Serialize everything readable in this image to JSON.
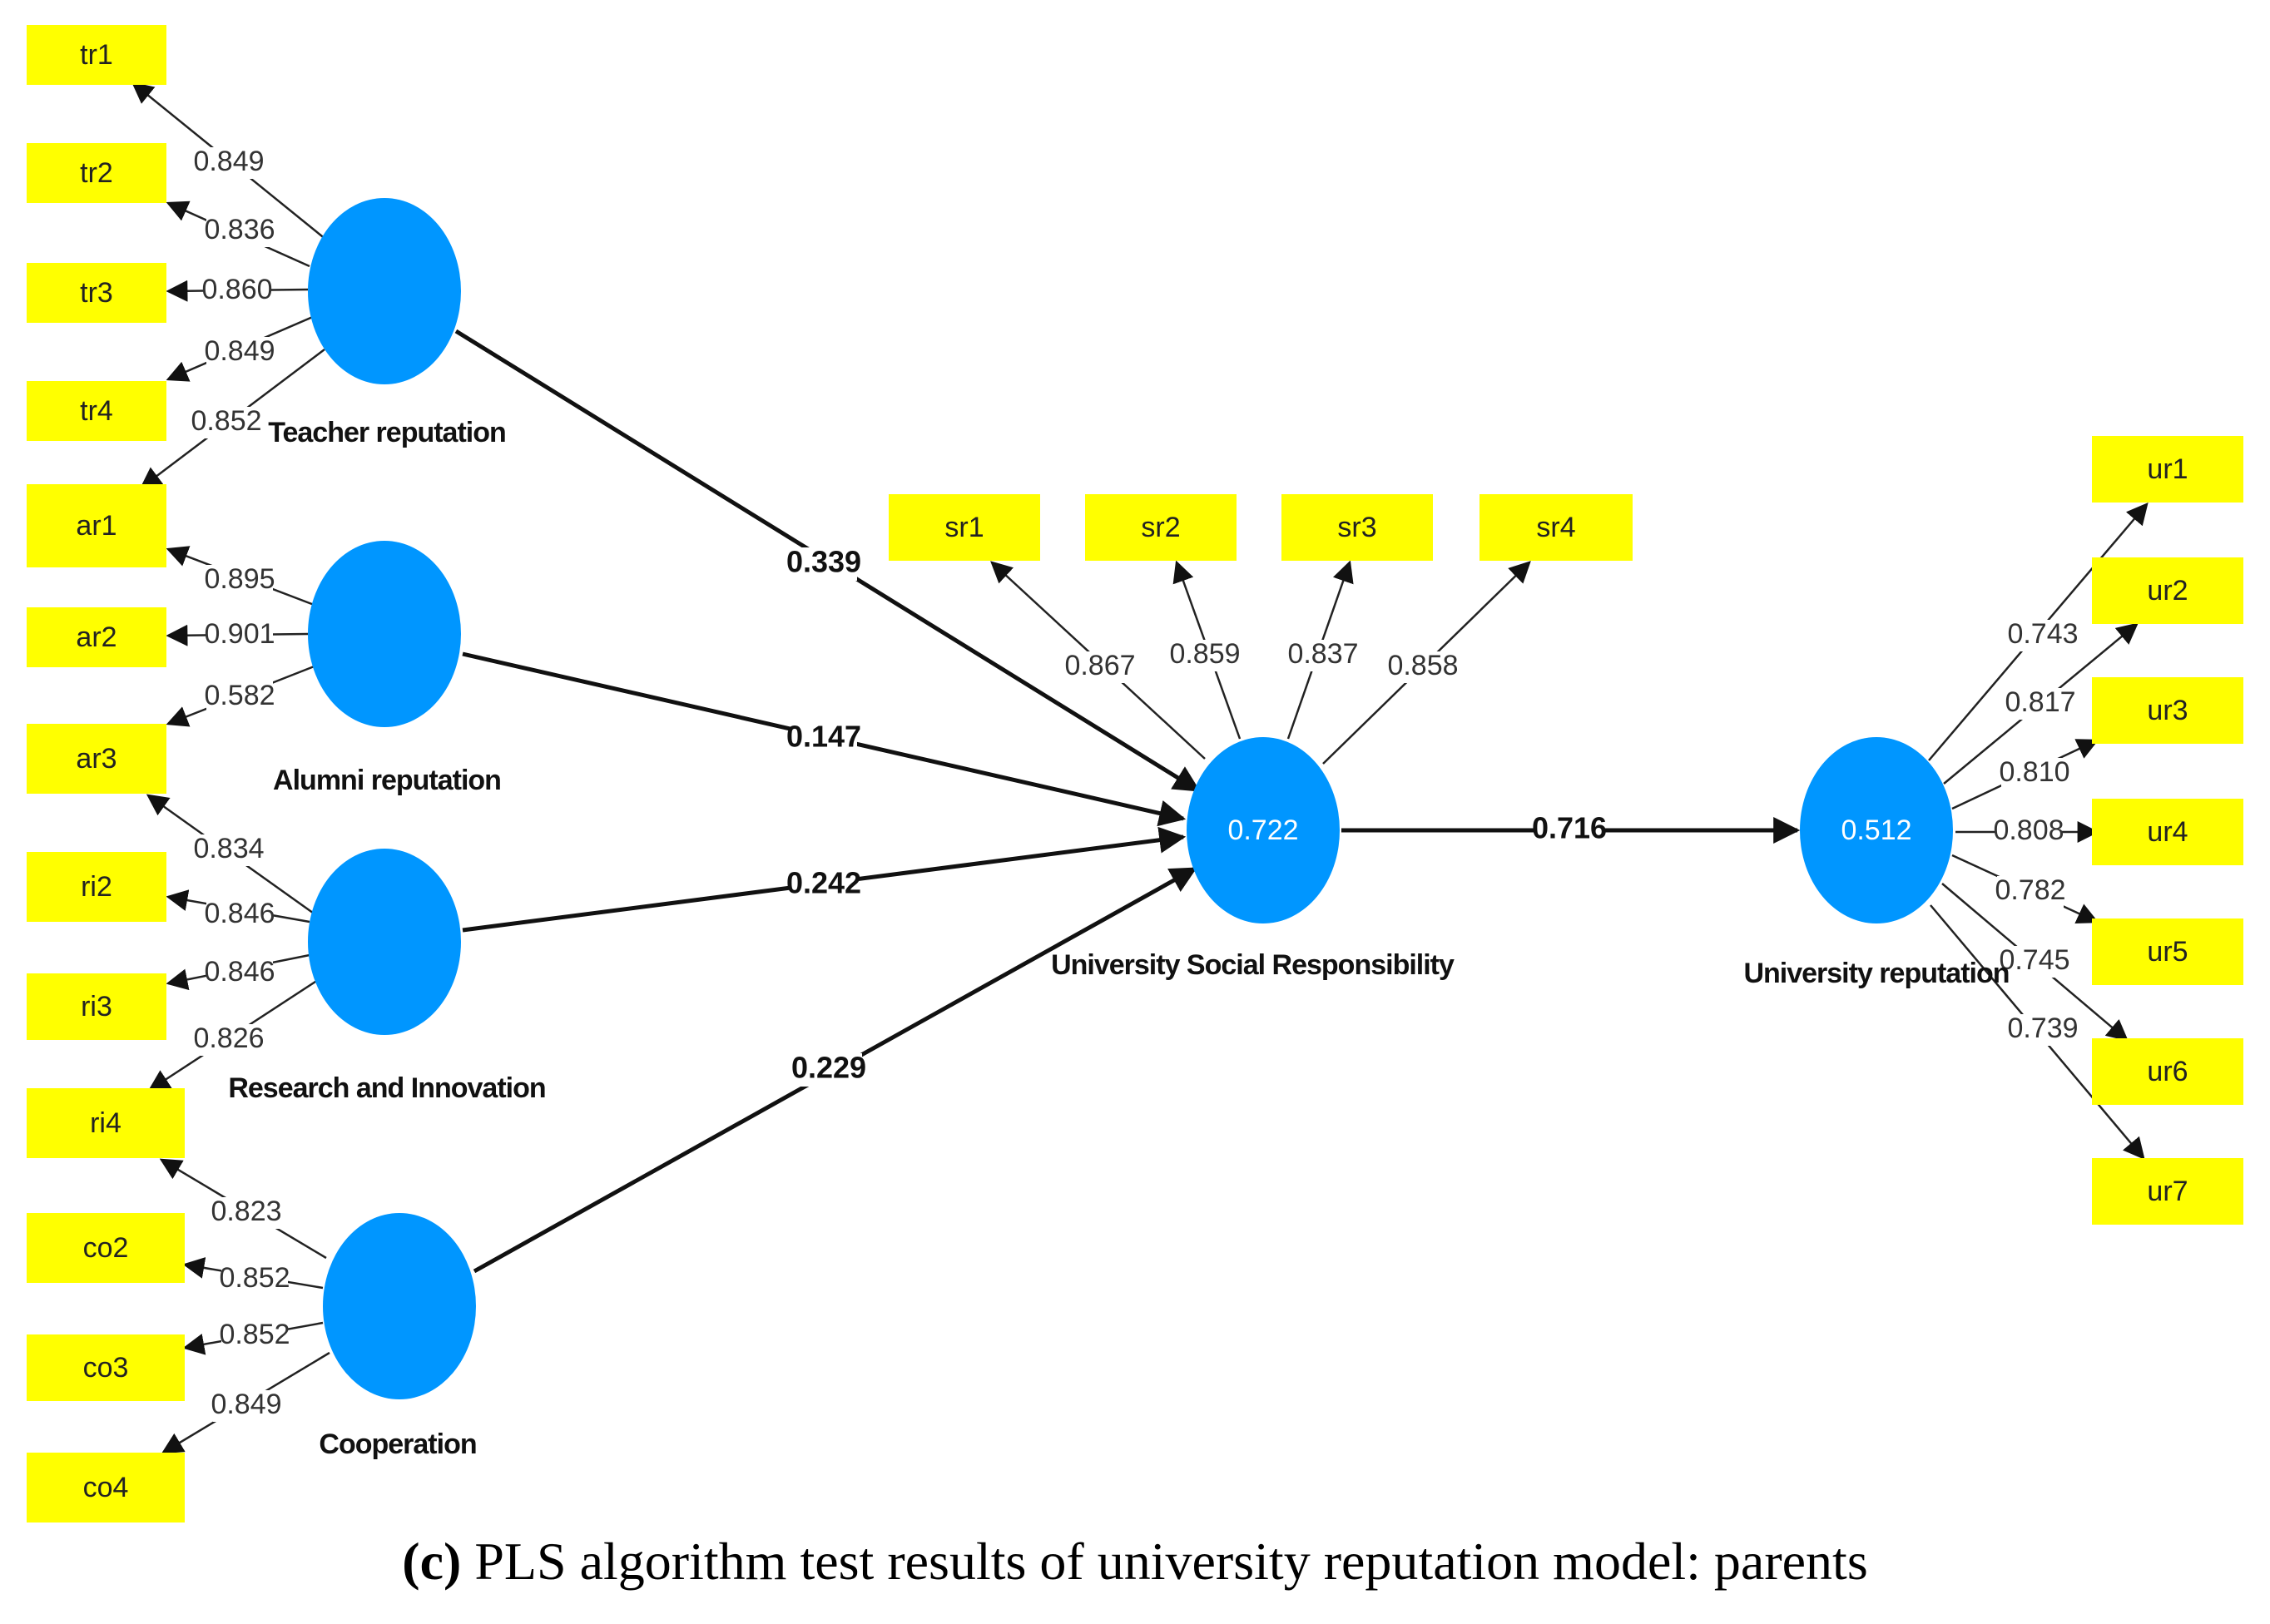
{
  "caption": {
    "label": "(c)",
    "text": "PLS algorithm test results of university reputation model: parents"
  },
  "colors": {
    "indicator": "#ffff00",
    "construct": "#0096ff"
  },
  "constructs": [
    {
      "id": "tr",
      "name": "Teacher reputation"
    },
    {
      "id": "alumni",
      "name": "Alumni reputation"
    },
    {
      "id": "ri",
      "name": "Research and Innovation"
    },
    {
      "id": "co",
      "name": "Cooperation"
    },
    {
      "id": "usr",
      "name": "University Social Responsibility",
      "r2": "0.722"
    },
    {
      "id": "ur",
      "name": "University reputation",
      "r2": "0.512"
    }
  ],
  "indicators": [
    {
      "construct": "tr",
      "name": "tr1",
      "loading": "0.849"
    },
    {
      "construct": "tr",
      "name": "tr2",
      "loading": "0.836"
    },
    {
      "construct": "tr",
      "name": "tr3",
      "loading": "0.860"
    },
    {
      "construct": "tr",
      "name": "tr4",
      "loading": "0.849"
    },
    {
      "construct": "tr",
      "name": "ar1",
      "loading": "0.852"
    },
    {
      "construct": "alumni",
      "name": "ar1",
      "loading": "0.895"
    },
    {
      "construct": "alumni",
      "name": "ar2",
      "loading": "0.901"
    },
    {
      "construct": "alumni",
      "name": "ar3",
      "loading": "0.582"
    },
    {
      "construct": "ri",
      "name": "ri2",
      "loading": "0.834"
    },
    {
      "construct": "ri",
      "name": "ri2",
      "loading": "0.846"
    },
    {
      "construct": "ri",
      "name": "ri3",
      "loading": "0.846"
    },
    {
      "construct": "ri",
      "name": "ri4",
      "loading": "0.826"
    },
    {
      "construct": "co",
      "name": "co2",
      "loading": "0.823"
    },
    {
      "construct": "co",
      "name": "co2",
      "loading": "0.852"
    },
    {
      "construct": "co",
      "name": "co3",
      "loading": "0.852"
    },
    {
      "construct": "co",
      "name": "co4",
      "loading": "0.849"
    },
    {
      "construct": "usr",
      "name": "sr1",
      "loading": "0.867"
    },
    {
      "construct": "usr",
      "name": "sr2",
      "loading": "0.859"
    },
    {
      "construct": "usr",
      "name": "sr3",
      "loading": "0.837"
    },
    {
      "construct": "usr",
      "name": "sr4",
      "loading": "0.858"
    },
    {
      "construct": "ur",
      "name": "ur1",
      "loading": "0.743"
    },
    {
      "construct": "ur",
      "name": "ur2",
      "loading": "0.817"
    },
    {
      "construct": "ur",
      "name": "ur3",
      "loading": "0.810"
    },
    {
      "construct": "ur",
      "name": "ur4",
      "loading": "0.808"
    },
    {
      "construct": "ur",
      "name": "ur5",
      "loading": "0.782"
    },
    {
      "construct": "ur",
      "name": "ur6",
      "loading": "0.745"
    },
    {
      "construct": "ur",
      "name": "ur7",
      "loading": "0.739"
    }
  ],
  "paths": [
    {
      "from": "tr",
      "to": "usr",
      "coef": "0.339"
    },
    {
      "from": "alumni",
      "to": "usr",
      "coef": "0.147"
    },
    {
      "from": "ri",
      "to": "usr",
      "coef": "0.242"
    },
    {
      "from": "co",
      "to": "usr",
      "coef": "0.229"
    },
    {
      "from": "usr",
      "to": "ur",
      "coef": "0.716"
    }
  ],
  "box_labels": [
    "tr1",
    "tr2",
    "tr3",
    "tr4",
    "ar1",
    "ar2",
    "ar3",
    "ri2",
    "ri3",
    "ri4",
    "co2",
    "co3",
    "co4",
    "sr1",
    "sr2",
    "sr3",
    "sr4",
    "ur1",
    "ur2",
    "ur3",
    "ur4",
    "ur5",
    "ur6",
    "ur7"
  ]
}
